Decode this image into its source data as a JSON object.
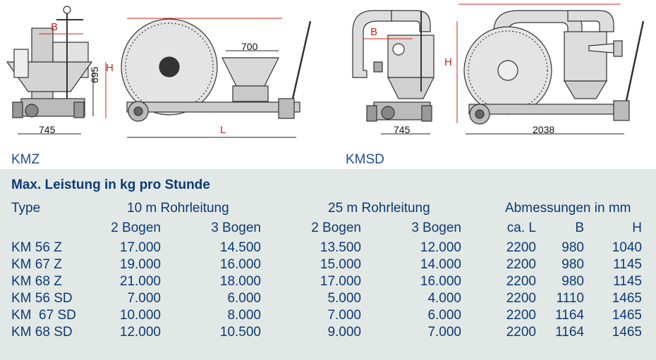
{
  "drawings": {
    "kmz_label": "KMZ",
    "kmsd_label": "KMSD",
    "dims": {
      "b": "B",
      "h": "H",
      "l": "L",
      "kmz_side_height": "695",
      "kmz_width": "745",
      "kmz_hopper": "700",
      "kmsd_width": "745",
      "kmsd_length": "2038"
    }
  },
  "table": {
    "title": "Max. Leistung in kg pro Stunde",
    "header1": {
      "type": "Type",
      "group1": "10 m Rohrleitung",
      "group2": "25 m Rohrleitung",
      "group3": "Abmessungen in mm"
    },
    "header2": [
      "2 Bogen",
      "3 Bogen",
      "2 Bogen",
      "3 Bogen",
      "ca. L",
      "B",
      "H"
    ],
    "rows": [
      [
        "KM 56 Z",
        "17.000",
        "14.500",
        "13.500",
        "12.000",
        "2200",
        "980",
        "1040"
      ],
      [
        "KM 67 Z",
        "19.000",
        "16.000",
        "15.000",
        "14.000",
        "2200",
        "980",
        "1145"
      ],
      [
        "KM 68 Z",
        "21.000",
        "18.000",
        "17.000",
        "16.000",
        "2200",
        "980",
        "1145"
      ],
      [
        "KM 56 SD",
        "7.000",
        "6.000",
        "5.000",
        "4.000",
        "2200",
        "1110",
        "1465"
      ],
      [
        "KM  67 SD",
        "10.000",
        "8.000",
        "7.000",
        "6.000",
        "2200",
        "1164",
        "1465"
      ],
      [
        "KM 68 SD",
        "12.000",
        "10.500",
        "9.000",
        "7.000",
        "2200",
        "1164",
        "1465"
      ]
    ]
  }
}
